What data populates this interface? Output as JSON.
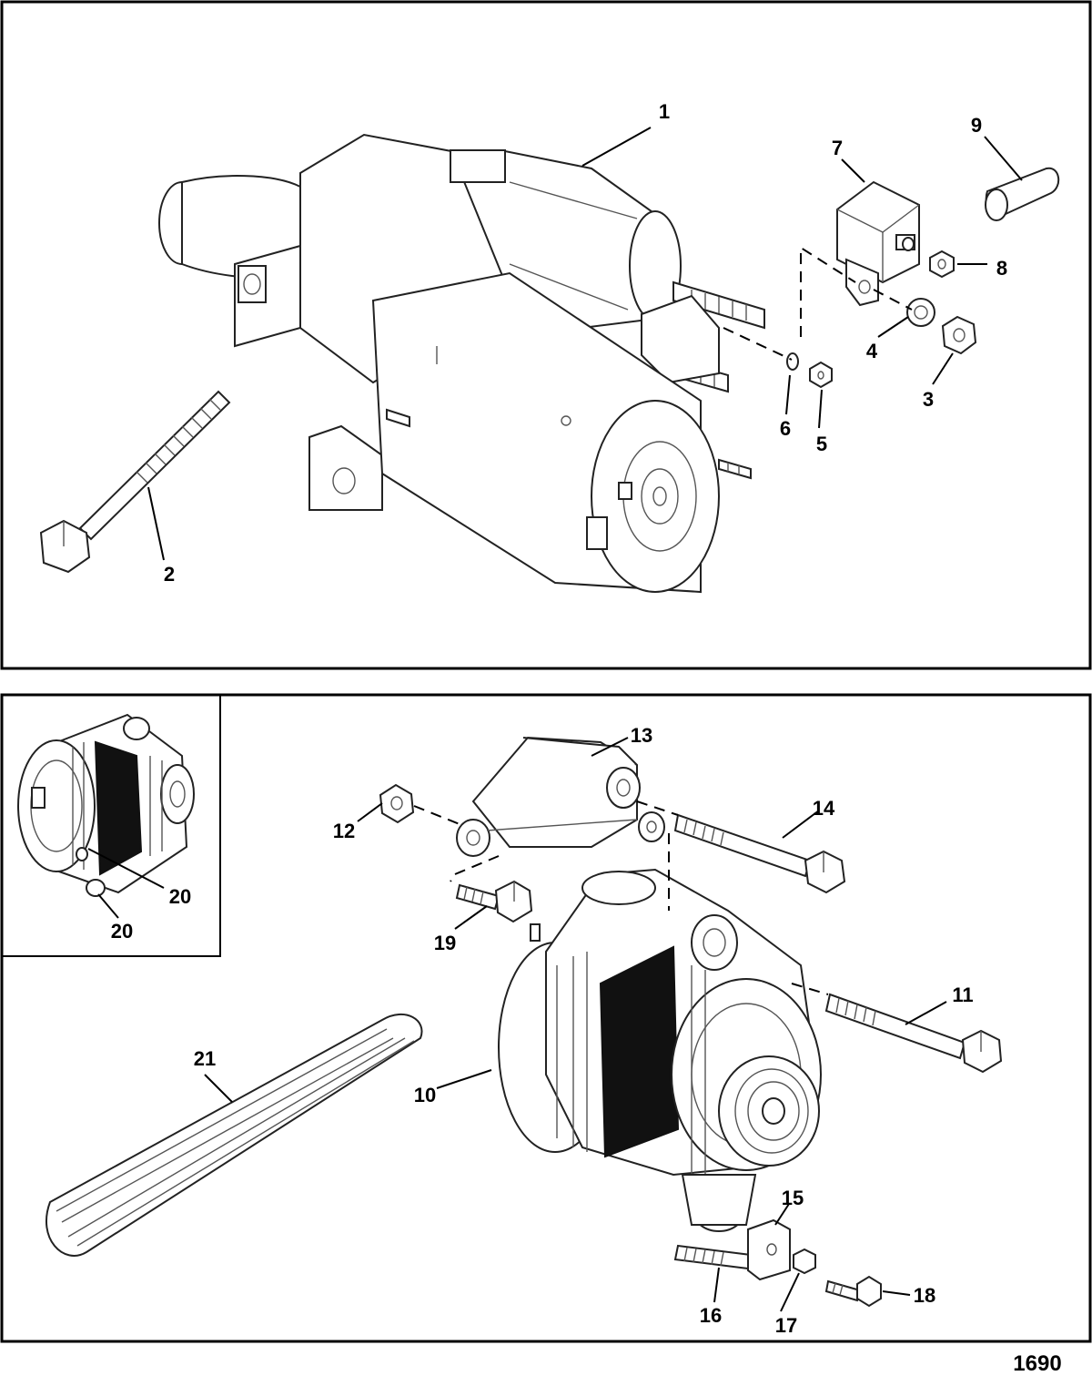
{
  "figure_number": "1690",
  "callouts": [
    {
      "label": "1"
    },
    {
      "label": "2"
    },
    {
      "label": "3"
    },
    {
      "label": "4"
    },
    {
      "label": "5"
    },
    {
      "label": "6"
    },
    {
      "label": "7"
    },
    {
      "label": "8"
    },
    {
      "label": "9"
    },
    {
      "label": "10"
    },
    {
      "label": "11"
    },
    {
      "label": "12"
    },
    {
      "label": "13"
    },
    {
      "label": "14"
    },
    {
      "label": "15"
    },
    {
      "label": "16"
    },
    {
      "label": "17"
    },
    {
      "label": "18"
    },
    {
      "label": "19"
    },
    {
      "label": "20"
    },
    {
      "label": "20"
    },
    {
      "label": "21"
    }
  ]
}
